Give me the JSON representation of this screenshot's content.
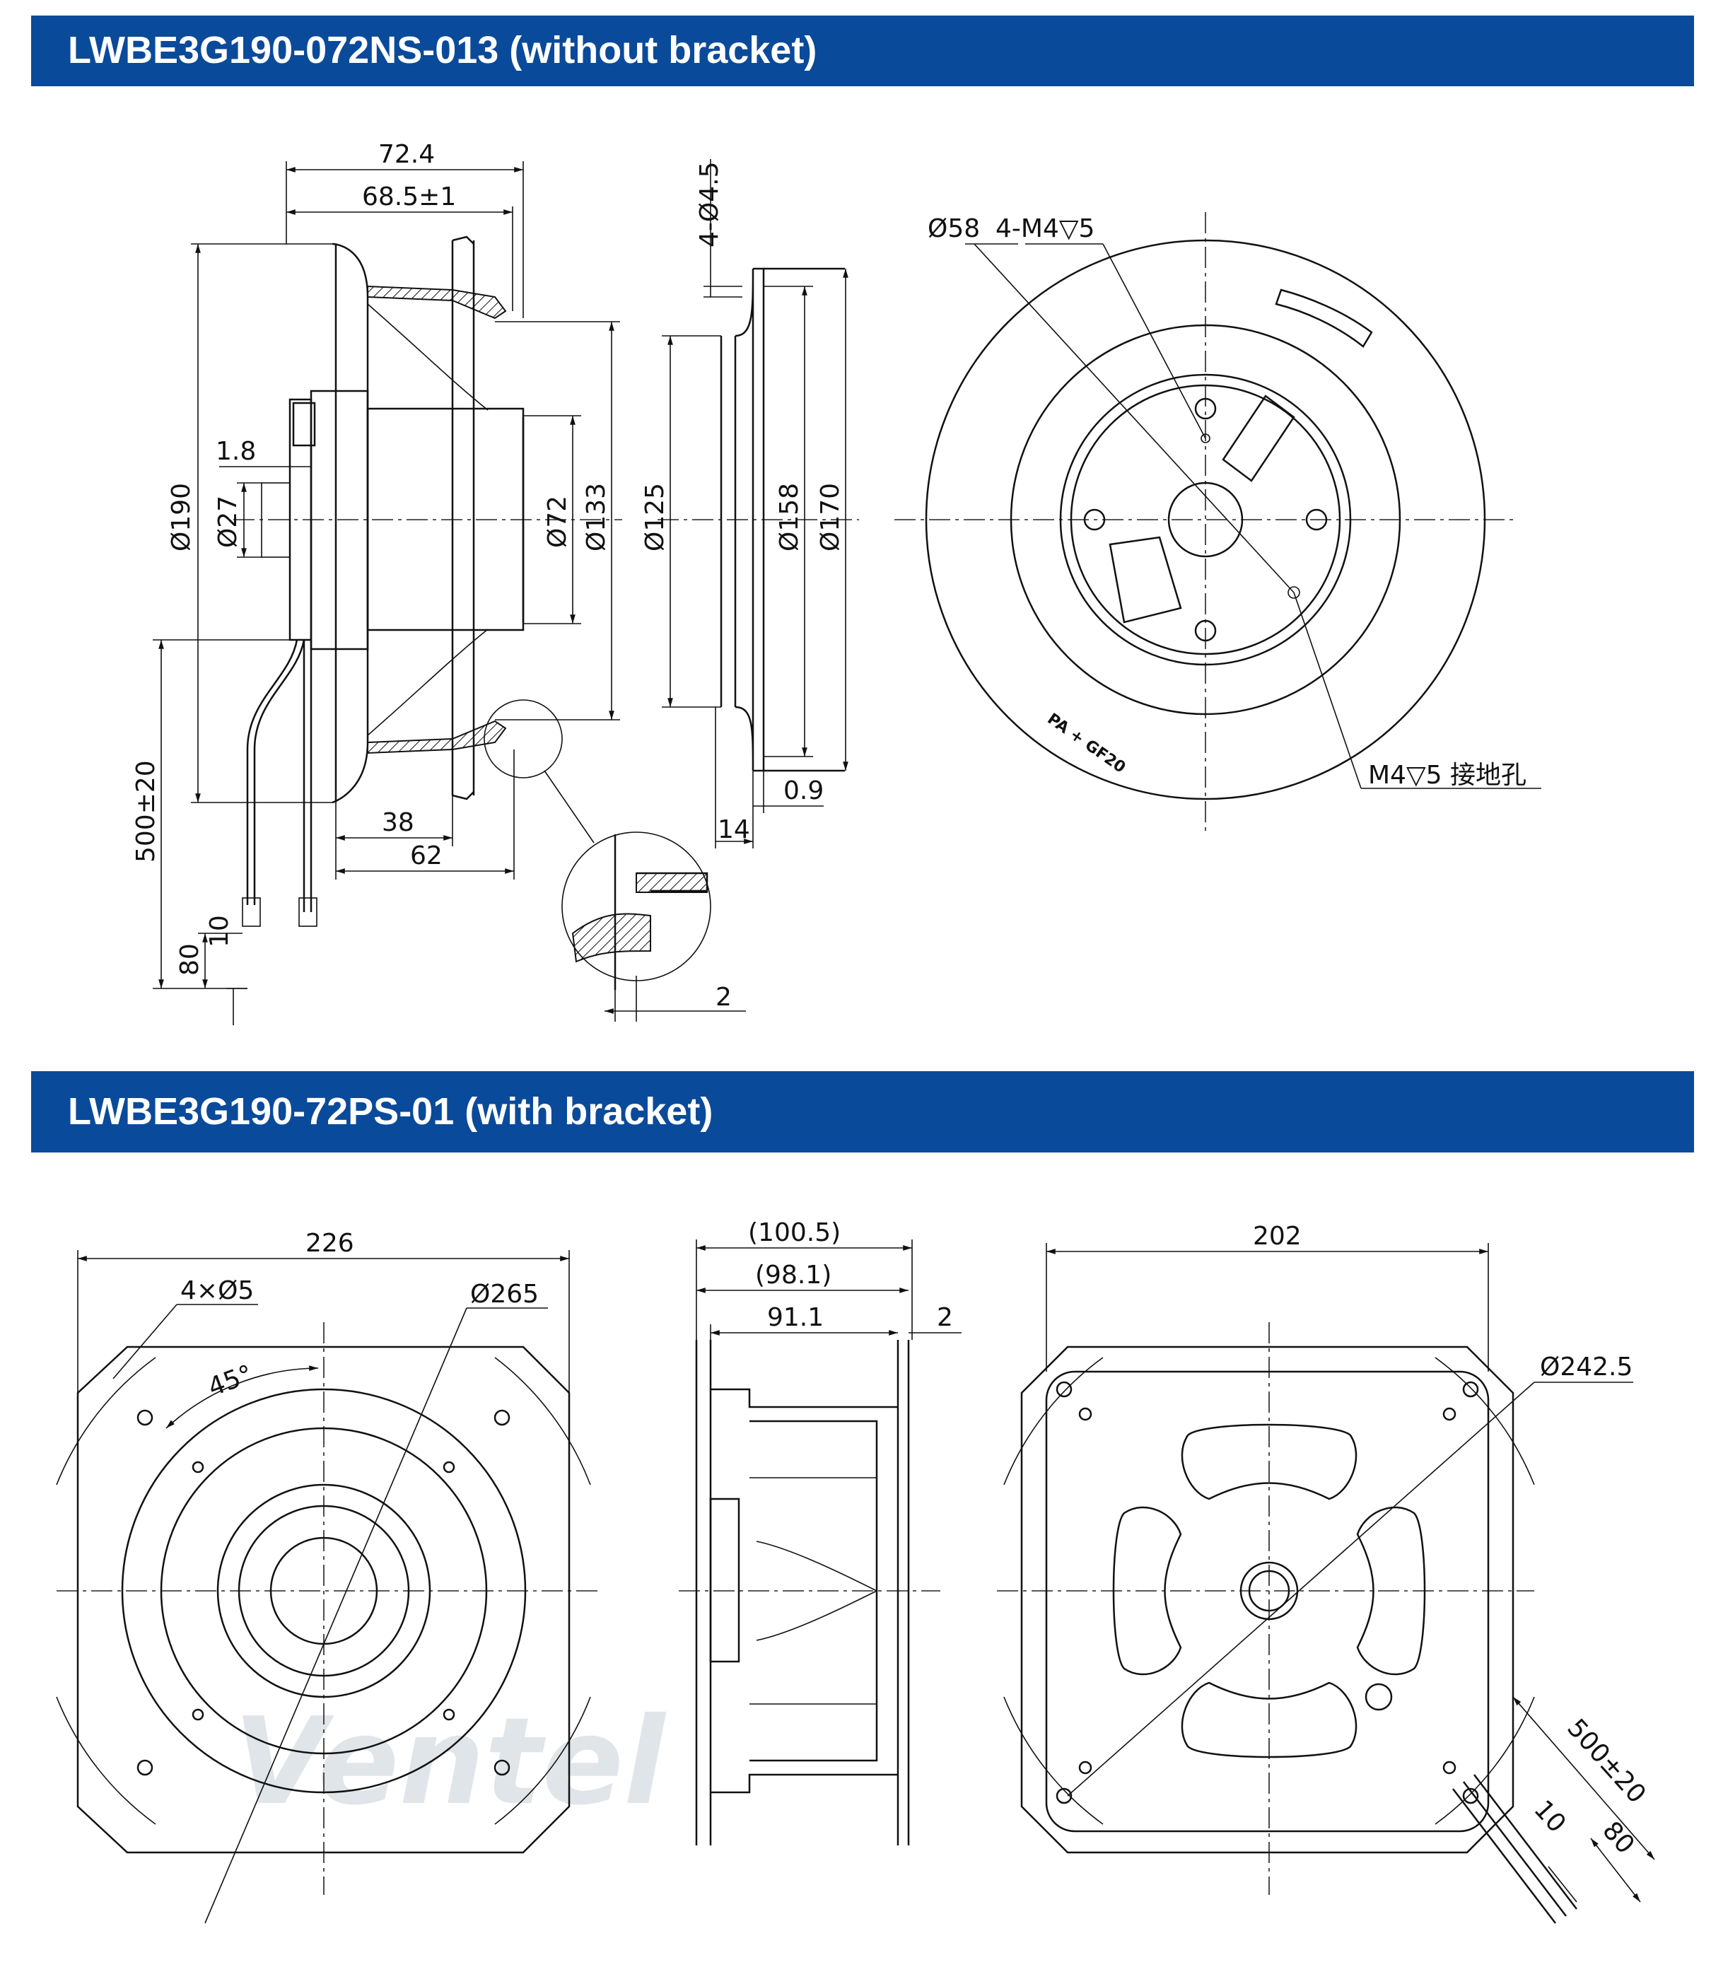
{
  "sections": {
    "top": {
      "title": "LWBE3G190-072NS-013 (without bracket)",
      "side_view": {
        "dims": {
          "d1": "72.4",
          "d2": "68.5±1",
          "d3": "1.8",
          "d4": "Ø190",
          "d5": "Ø27",
          "d6": "Ø72",
          "d7": "Ø133",
          "d8": "38",
          "d9": "62",
          "d10": "500±20",
          "d11": "80",
          "d12": "10",
          "d13": "2"
        }
      },
      "profile_view": {
        "dims": {
          "d1": "4-Ø4.5",
          "d2": "Ø125",
          "d3": "Ø158",
          "d4": "Ø170",
          "d5": "0.9",
          "d6": "14"
        }
      },
      "rear_view": {
        "dims": {
          "d1": "Ø58",
          "d2": "4-M4▽5",
          "d3": "M4▽5  接地孔"
        },
        "material_mark": "PA + GF20"
      }
    },
    "bottom": {
      "title": "LWBE3G190-72PS-01 (with bracket)",
      "front_view": {
        "dims": {
          "d1": "226",
          "d2": "4×Ø5",
          "d3": "Ø265",
          "d4": "45°"
        }
      },
      "side_view": {
        "dims": {
          "d1": "(100.5)",
          "d2": "(98.1)",
          "d3": "91.1",
          "d4": "2"
        }
      },
      "rear_view": {
        "dims": {
          "d1": "202",
          "d2": "Ø242.5",
          "d3": "500±20",
          "d4": "10",
          "d5": "80"
        }
      }
    },
    "watermark": "Ventel"
  }
}
